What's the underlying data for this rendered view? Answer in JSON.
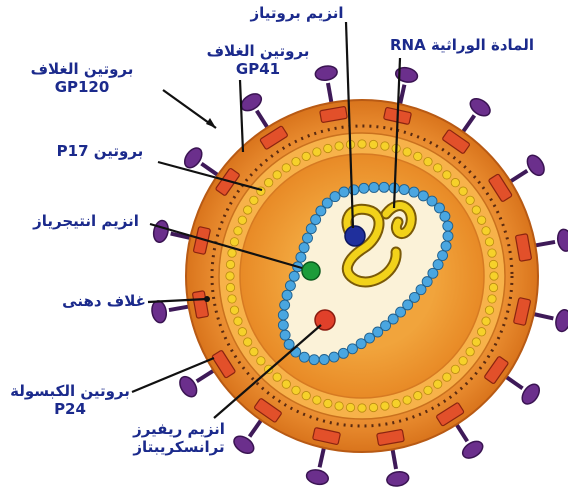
{
  "labels": {
    "protease": "انزيم بروتياز",
    "gp41_line1": "بروتين الغلاف",
    "gp41_line2": "GP41",
    "rna": "المادة الوراثية RNA",
    "gp120_line1": "بروتين الغلاف",
    "gp120_line2": "GP120",
    "p17": "بروتين P17",
    "integrase": "انزيم انتيجرياز",
    "lipid": "غلاف دهنى",
    "p24_line1": "بروتين الكبسولة",
    "p24_line2": "P24",
    "rt_line1": "انزيم ريفيرز",
    "rt_line2": "ترانسكريبتاز"
  },
  "colors": {
    "label_text": "#1b2a8c",
    "outer_envelope": "#e8892a",
    "inner_matrix": "#f3a23a",
    "gp120_knob": "#6b2f8c",
    "gp41_stem": "#e2502a",
    "p17_dots": "#f6d12a",
    "capsid_beads": "#4aa6e0",
    "core_fill": "#fbf2d8",
    "rna_strand": "#f2d21a",
    "protease_dot": "#1f2f9c",
    "integrase_dot": "#1c9c3a",
    "rt_dot": "#e0402a"
  },
  "icons": {
    "virion": "hiv-virion-diagram"
  }
}
